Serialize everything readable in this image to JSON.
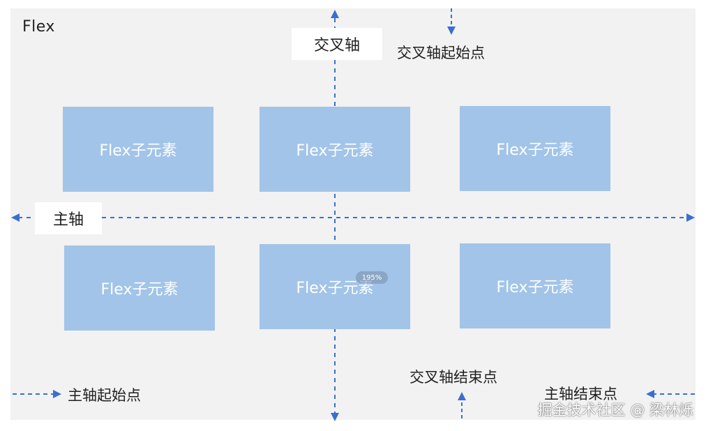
{
  "container_label": "Flex",
  "item_label": "Flex子元素",
  "items": [
    {
      "label": "Flex子元素"
    },
    {
      "label": "Flex子元素"
    },
    {
      "label": "Flex子元素"
    },
    {
      "label": "Flex子元素"
    },
    {
      "label": "Flex子元素"
    },
    {
      "label": "Flex子元素"
    }
  ],
  "labels": {
    "cross_axis": "交叉轴",
    "main_axis": "主轴",
    "cross_start": "交叉轴起始点",
    "cross_end": "交叉轴结束点",
    "main_start": "主轴起始点",
    "main_end": "主轴结束点"
  },
  "zoom_badge": "195%",
  "watermark": "掘金技术社区 @ 梁林烁",
  "colors": {
    "background": "#f2f2f2",
    "item_fill": "#a2c4e8",
    "arrow": "#3a6fd0",
    "text": "#1f1f1f"
  }
}
